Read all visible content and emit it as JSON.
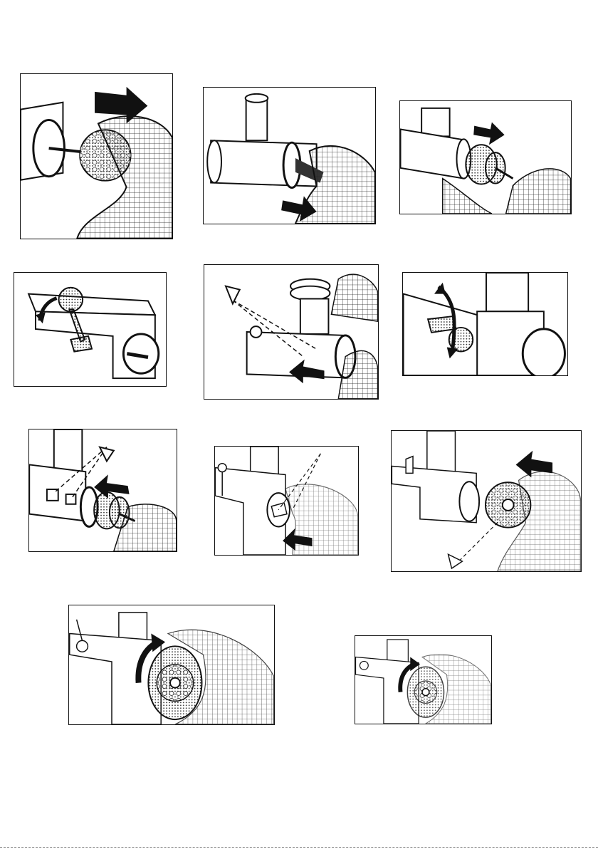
{
  "page": {
    "description_free": true
  },
  "illustrations": [
    {
      "id": "step-1",
      "icon": "grinder-remove-plate-icon",
      "arrow": "right"
    },
    {
      "id": "step-2",
      "icon": "grinder-remove-screw-icon",
      "arrow": "right"
    },
    {
      "id": "step-3",
      "icon": "grinder-remove-blade-icon",
      "arrow": "right"
    },
    {
      "id": "step-4",
      "icon": "grinder-lever-lift-icon",
      "arrow": "up"
    },
    {
      "id": "step-5",
      "icon": "grinder-head-insert-icon",
      "arrow": "left"
    },
    {
      "id": "step-6",
      "icon": "grinder-lever-lock-icon",
      "arrow": "down"
    },
    {
      "id": "step-7",
      "icon": "grinder-insert-screw-icon",
      "arrow": "left"
    },
    {
      "id": "step-8",
      "icon": "grinder-insert-blade-icon",
      "arrow": "left"
    },
    {
      "id": "step-9",
      "icon": "grinder-insert-plate-icon",
      "arrow": "left"
    },
    {
      "id": "step-10",
      "icon": "grinder-tighten-ring-large-icon",
      "arrow": "clockwise"
    },
    {
      "id": "step-11",
      "icon": "grinder-tighten-ring-small-icon",
      "arrow": "clockwise"
    }
  ]
}
